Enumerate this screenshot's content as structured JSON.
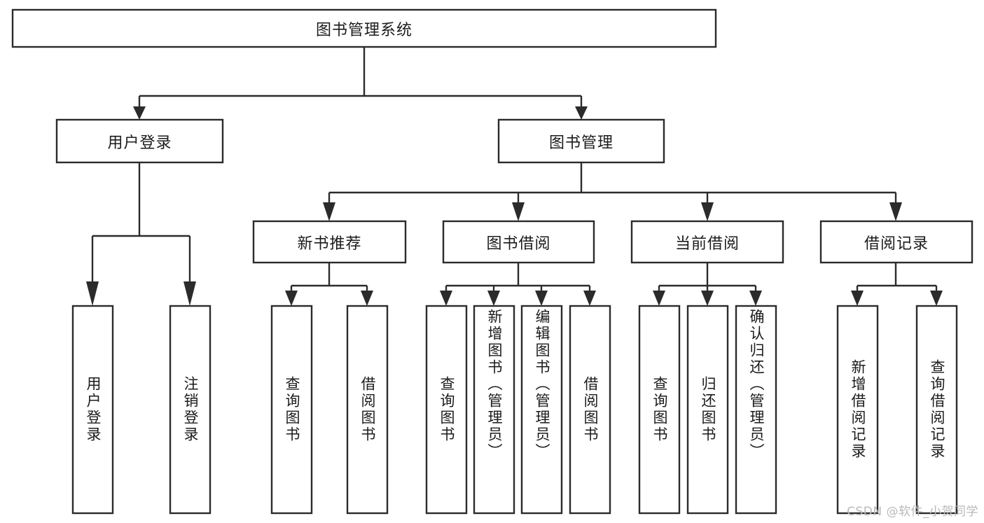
{
  "diagram": {
    "type": "tree",
    "title": "图书管理系统",
    "watermark": "CSDN @软件_小贺同学",
    "root": {
      "id": "root",
      "label": "图书管理系统",
      "orientation": "horizontal"
    },
    "level2": [
      {
        "id": "user-login",
        "label": "用户登录",
        "orientation": "horizontal"
      },
      {
        "id": "book-manage",
        "label": "图书管理",
        "orientation": "horizontal"
      }
    ],
    "level3": [
      {
        "id": "new-book-recommend",
        "label": "新书推荐",
        "orientation": "horizontal",
        "parent": "book-manage"
      },
      {
        "id": "book-borrow",
        "label": "图书借阅",
        "orientation": "horizontal",
        "parent": "book-manage"
      },
      {
        "id": "current-borrow",
        "label": "当前借阅",
        "orientation": "horizontal",
        "parent": "book-manage"
      },
      {
        "id": "borrow-record",
        "label": "借阅记录",
        "orientation": "horizontal",
        "parent": "book-manage"
      }
    ],
    "leaves": [
      {
        "id": "leaf-user-login",
        "label": "用户登录",
        "orientation": "vertical",
        "parent": "user-login"
      },
      {
        "id": "leaf-user-logout",
        "label": "注销登录",
        "orientation": "vertical",
        "parent": "user-login"
      },
      {
        "id": "leaf-query-book-1",
        "label": "查询图书",
        "orientation": "vertical",
        "parent": "new-book-recommend"
      },
      {
        "id": "leaf-borrow-book-1",
        "label": "借阅图书",
        "orientation": "vertical",
        "parent": "new-book-recommend"
      },
      {
        "id": "leaf-query-book-2",
        "label": "查询图书",
        "orientation": "vertical",
        "parent": "book-borrow"
      },
      {
        "id": "leaf-add-book",
        "label": "新增图书（管理员）",
        "orientation": "vertical",
        "parent": "book-borrow"
      },
      {
        "id": "leaf-edit-book",
        "label": "编辑图书（管理员）",
        "orientation": "vertical",
        "parent": "book-borrow"
      },
      {
        "id": "leaf-borrow-book-2",
        "label": "借阅图书",
        "orientation": "vertical",
        "parent": "book-borrow"
      },
      {
        "id": "leaf-query-book-3",
        "label": "查询图书",
        "orientation": "vertical",
        "parent": "current-borrow"
      },
      {
        "id": "leaf-return-book",
        "label": "归还图书",
        "orientation": "vertical",
        "parent": "current-borrow"
      },
      {
        "id": "leaf-confirm-return",
        "label": "确认归还（管理员）",
        "orientation": "vertical",
        "parent": "current-borrow"
      },
      {
        "id": "leaf-add-record",
        "label": "新增借阅记录",
        "orientation": "vertical",
        "parent": "borrow-record"
      },
      {
        "id": "leaf-query-record",
        "label": "查询借阅记录",
        "orientation": "vertical",
        "parent": "borrow-record"
      }
    ],
    "colors": {
      "stroke": "#2b2b2b",
      "fill": "#ffffff",
      "text": "#1b1b1b",
      "watermark": "#b9b9b9"
    }
  }
}
